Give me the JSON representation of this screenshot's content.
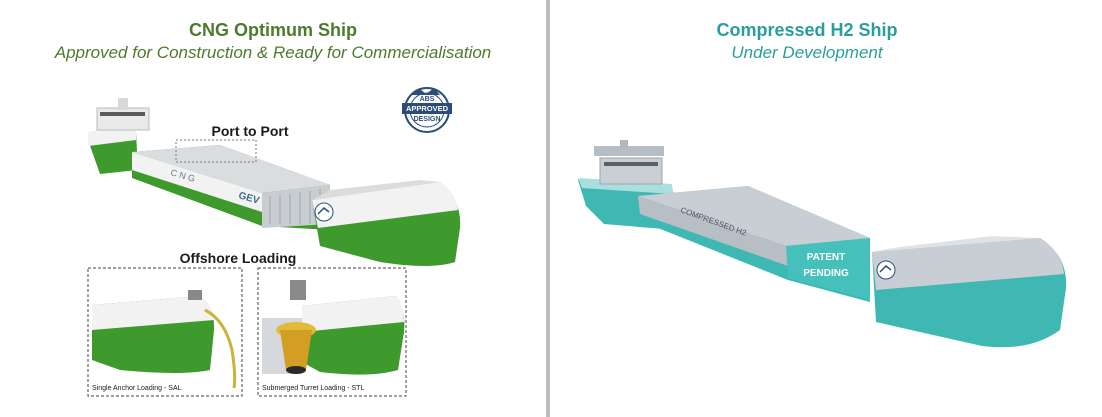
{
  "left": {
    "title": "CNG Optimum Ship",
    "subtitle": "Approved for Construction & Ready for Commercialisation",
    "port_to_port_label": "Port to Port",
    "offshore_loading_label": "Offshore Loading",
    "hull_text_1": "C N G",
    "hull_text_2": "GEV",
    "abs_badge": {
      "top": "ABS",
      "mid": "APPROVED",
      "bottom": "DESIGN"
    },
    "inset_1_caption": "Single Anchor Loading - SAL",
    "inset_2_caption": "Submerged Turret Loading - STL",
    "colors": {
      "hull_green": "#3f9a2e",
      "hull_white": "#f2f2f2",
      "title_green": "#4d7a2c"
    }
  },
  "right": {
    "title": "Compressed H2 Ship",
    "subtitle": "Under Development",
    "cargo_text": "COMPRESSED H2",
    "patent_line_1": "PATENT",
    "patent_line_2": "PENDING",
    "colors": {
      "hull_teal": "#3fb7b3",
      "title_teal": "#2a9e9a",
      "hull_grey": "#c8ced4"
    }
  }
}
